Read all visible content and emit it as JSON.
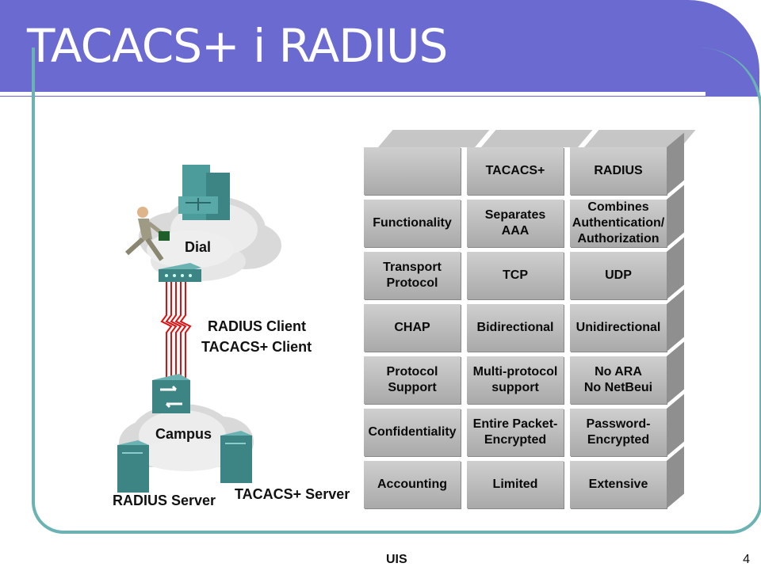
{
  "slide": {
    "title": "TACACS+ i RADIUS",
    "footer": "UIS",
    "page_number": "4"
  },
  "diagram": {
    "dial_label": "Dial",
    "client_label_1": "RADIUS Client",
    "client_label_2": "TACACS+ Client",
    "campus_label": "Campus",
    "radius_server_label": "RADIUS Server",
    "tacacs_server_label": "TACACS+ Server"
  },
  "table": {
    "headers": [
      "",
      "TACACS+",
      "RADIUS"
    ],
    "rows": [
      [
        "Functionality",
        "Separates\nAAA",
        "Combines\nAuthentication/\nAuthorization"
      ],
      [
        "Transport\nProtocol",
        "TCP",
        "UDP"
      ],
      [
        "CHAP",
        "Bidirectional",
        "Unidirectional"
      ],
      [
        "Protocol\nSupport",
        "Multi-protocol\nsupport",
        "No ARA\nNo NetBeui"
      ],
      [
        "Confidentiality",
        "Entire Packet-\nEncrypted",
        "Password-\nEncrypted"
      ],
      [
        "Accounting",
        "Limited",
        "Extensive"
      ]
    ]
  }
}
